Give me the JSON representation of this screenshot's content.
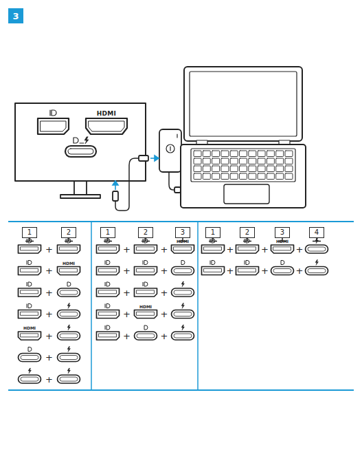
{
  "diagram": {
    "nodes": [
      {
        "text": [
          "3"
        ]
      },
      {
        "text": [
          "1"
        ]
      },
      {
        "text": [
          "2"
        ]
      },
      {
        "text": [
          "1"
        ]
      },
      {
        "text": [
          "2"
        ]
      },
      {
        "text": [
          "3"
        ]
      },
      {
        "text": [
          "1"
        ]
      },
      {
        "text": [
          "2"
        ]
      },
      {
        "text": [
          "3"
        ]
      },
      {
        "text": [
          "4"
        ]
      }
    ],
    "labels": [
      "HDMI",
      "+",
      "+",
      "HDMI",
      "+",
      "+",
      "HDMI",
      "+",
      "+",
      "+",
      "+",
      "+",
      "HDMI",
      "+",
      "+",
      "+",
      "+",
      "+",
      "HDMI",
      "+",
      "+",
      "+",
      "+",
      "+",
      "HDMI",
      "+",
      "+",
      "+",
      "+"
    ]
  }
}
